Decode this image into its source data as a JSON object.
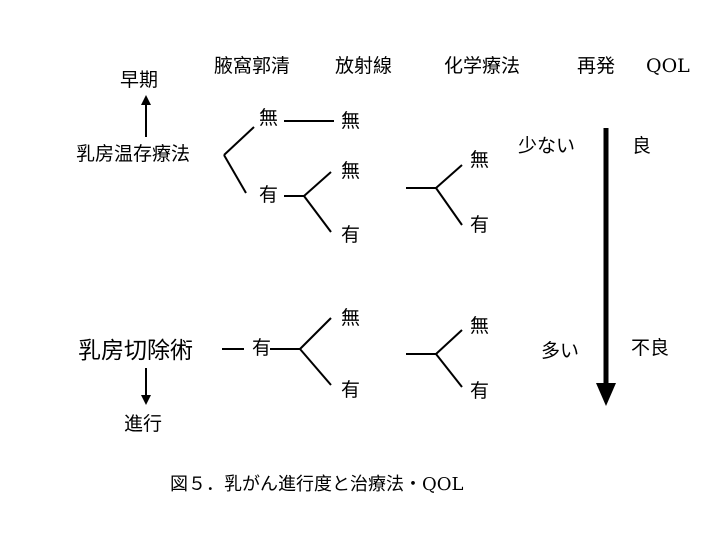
{
  "headers": {
    "axillary": "腋窩郭清",
    "radiation": "放射線",
    "chemo": "化学療法",
    "recurrence": "再発",
    "qol": "QOL"
  },
  "procedures": {
    "breast_conserving": "乳房温存療法",
    "mastectomy": "乳房切除術"
  },
  "arrows": {
    "up_label": "早期",
    "down_label": "進行"
  },
  "branch_labels": {
    "none": "無",
    "yes": "有"
  },
  "scale": {
    "few": "少ない",
    "many": "多い",
    "good": "良",
    "poor": "不良"
  },
  "caption": "図５．乳がん進行度と治療法・QOL"
}
